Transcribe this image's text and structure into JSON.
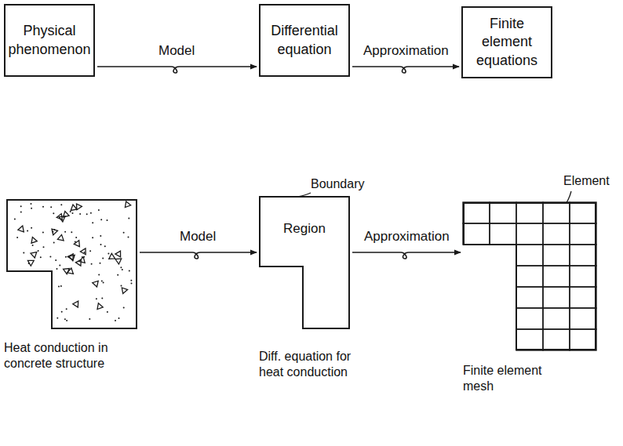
{
  "diagram": {
    "nodes": [
      {
        "text": [
          "Physical phenomenon"
        ]
      },
      {
        "text": [
          "Differential equation"
        ]
      },
      {
        "text": [
          "Finite element equations"
        ]
      },
      {
        "text": [
          "Heat conduction in concrete structure"
        ]
      },
      {
        "text": [
          "Region",
          "Diff. equation for heat conduction"
        ]
      },
      {
        "text": [
          "Finite element mesh"
        ]
      }
    ],
    "edges": [
      {
        "from": 0,
        "to": 1,
        "label": "Model",
        "arrow": "to"
      },
      {
        "from": 1,
        "to": 2,
        "label": "Approximation",
        "arrow": "to"
      },
      {
        "from": 3,
        "to": 4,
        "label": "Model",
        "arrow": "to"
      },
      {
        "from": 4,
        "to": 5,
        "label": "Approximation",
        "arrow": "to"
      }
    ],
    "labels": [
      "Boundary",
      "Element"
    ]
  }
}
